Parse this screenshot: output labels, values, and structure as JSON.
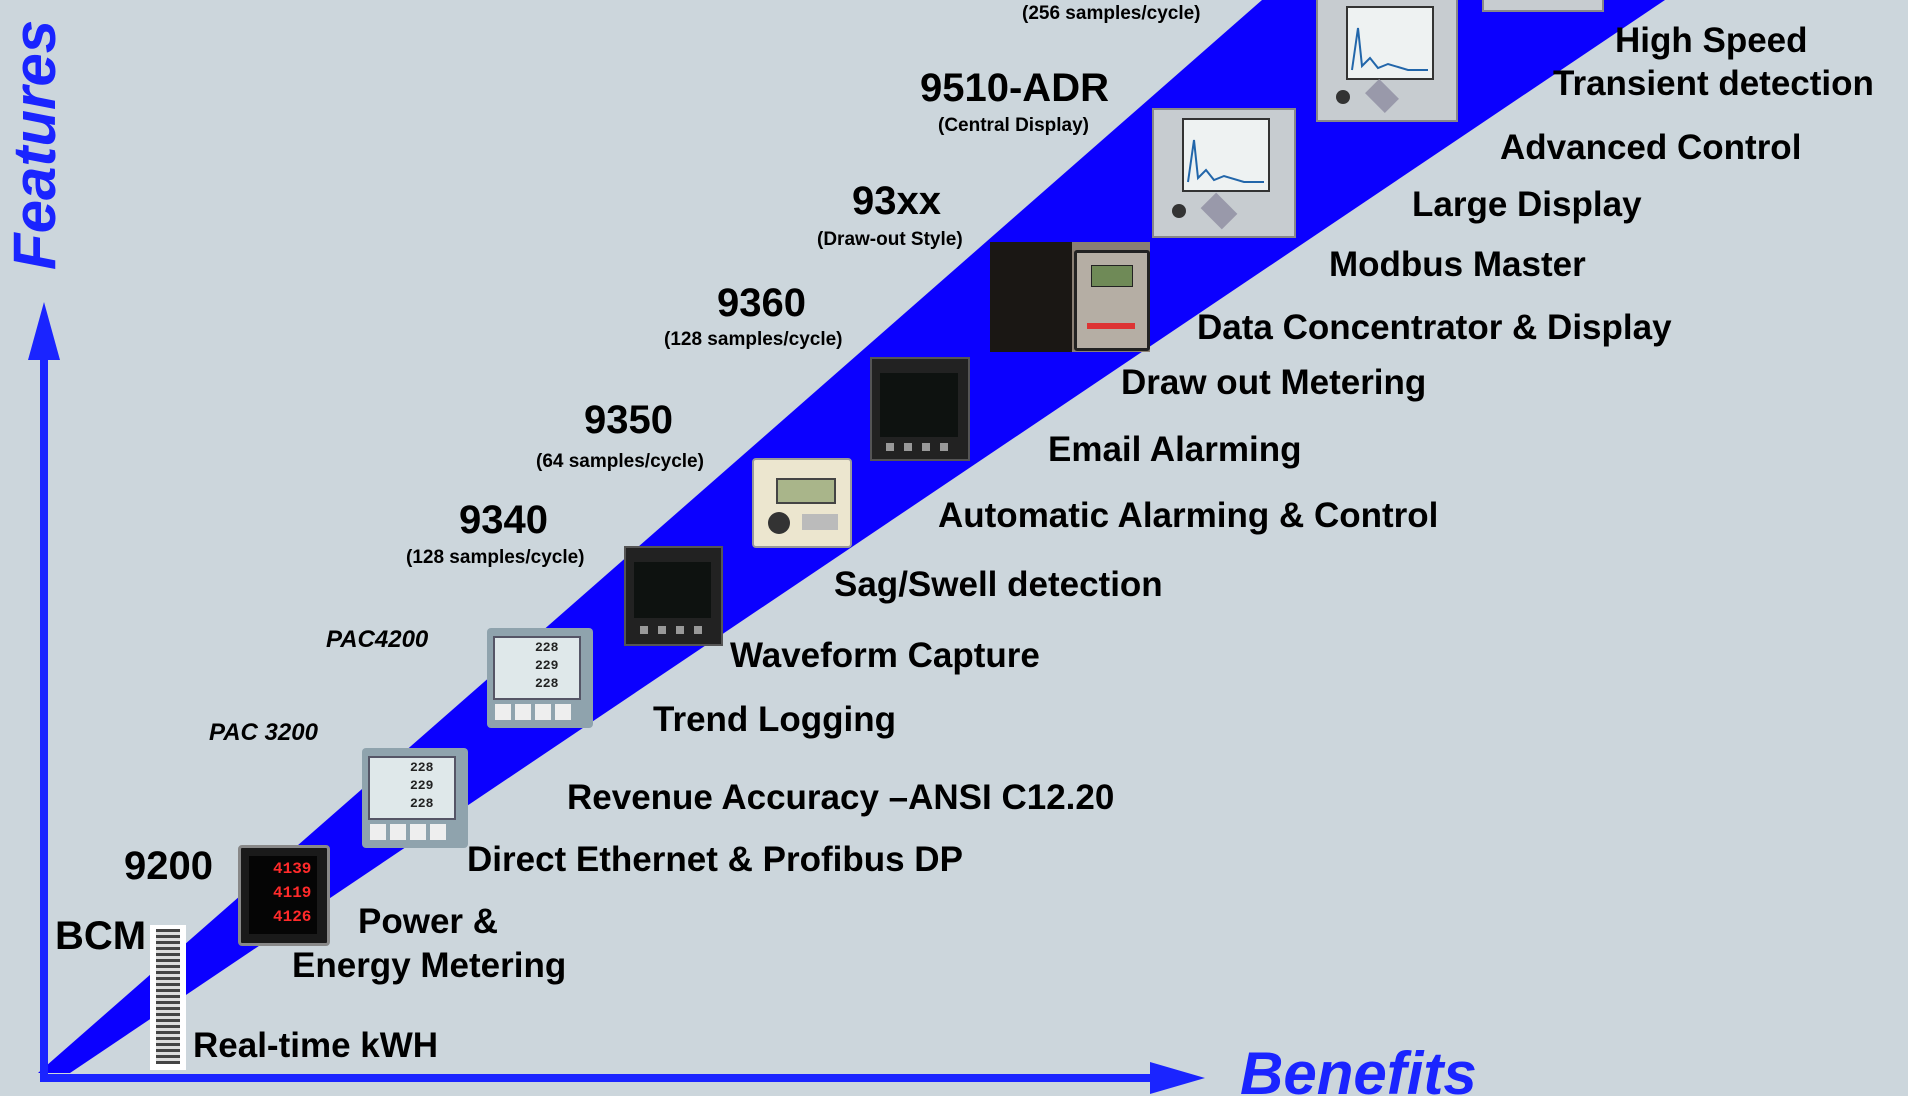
{
  "colors": {
    "background": "#ccd6dc",
    "band": "#0b00ff",
    "axis": "#1a24ff",
    "text": "#000000"
  },
  "axes": {
    "y_label": "Features",
    "x_label": "Benefits"
  },
  "models": {
    "bcm": "BCM",
    "m9200": "9200",
    "pac3200": "PAC 3200",
    "pac4200": "PAC4200",
    "m9340": "9340",
    "m9340_sub": "(128 samples/cycle)",
    "m9350": "9350",
    "m9350_sub": "(64 samples/cycle)",
    "m9360": "9360",
    "m9360_sub": "(128 samples/cycle)",
    "m93xx": "93xx",
    "m93xx_sub": "(Draw-out Style)",
    "m9510": "9510-ADR",
    "m9510_sub": "(Central Display)",
    "top_sub": "(256 samples/cycle)"
  },
  "features": {
    "f01": "Real-time kWH",
    "f02a": "Power &",
    "f02b": "Energy Metering",
    "f03": "Direct Ethernet & Profibus DP",
    "f04": "Revenue Accuracy –ANSI C12.20",
    "f05": "Trend Logging",
    "f06": "Waveform Capture",
    "f07": "Sag/Swell detection",
    "f08": "Automatic Alarming & Control",
    "f09": "Email Alarming",
    "f10": "Draw out Metering",
    "f11": "Data Concentrator & Display",
    "f12": "Modbus Master",
    "f13": "Large Display",
    "f14": "Advanced Control",
    "f15a": "High Speed",
    "f15b": "Transient detection"
  },
  "device_readings": {
    "r1": "4139",
    "r2": "4119",
    "r3": "4126",
    "pac_r1": "228",
    "pac_r2": "229",
    "pac_r3": "228"
  }
}
